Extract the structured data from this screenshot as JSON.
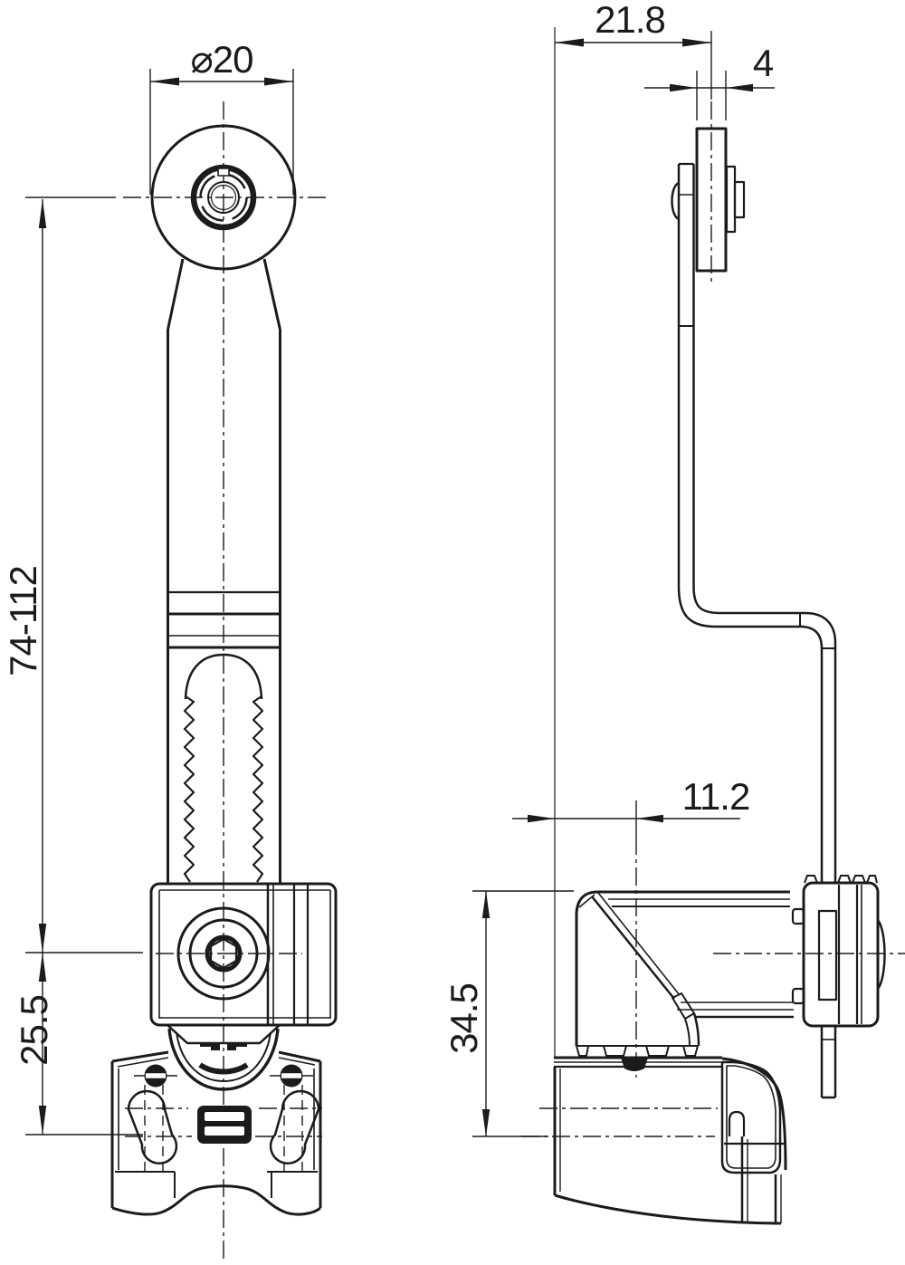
{
  "title": "Roller lever limit-switch technical drawing",
  "palette": {
    "ink": "#1b1b1b",
    "paper": "#ffffff"
  },
  "views": {
    "front": {
      "name": "front-view"
    },
    "side": {
      "name": "side-view"
    }
  },
  "dimensions": {
    "roller_diameter": {
      "text": "⌀20"
    },
    "arm_length_range": {
      "text": "74-112"
    },
    "clamp_to_slot": {
      "text": "25.5"
    },
    "roller_center_offset": {
      "text": "21.8"
    },
    "roller_width": {
      "text": "4"
    },
    "pointer_offset": {
      "text": "11.2"
    },
    "body_height": {
      "text": "34.5"
    }
  }
}
